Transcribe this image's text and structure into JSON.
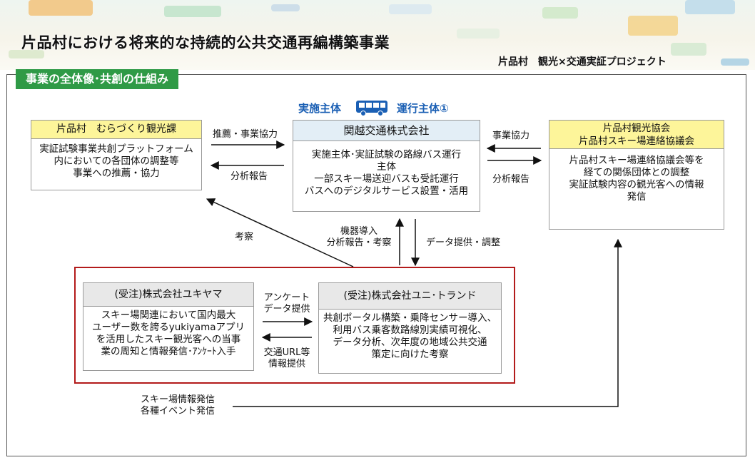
{
  "header": {
    "title": "片品村における将来的な持続的公共交通再編構築事業",
    "subtitle": "片品村　観光×交通実証プロジェクト"
  },
  "section": {
    "tab_label": "事業の全体像･共創の仕組み"
  },
  "top_labels": {
    "implementer": "実施主体",
    "operator": "運行主体①"
  },
  "boxes": {
    "village": {
      "title": "片品村　むらづくり観光課",
      "lines": [
        "実証試験事業共創プラットフォーム",
        "内においての各団体の調整等",
        "事業への推薦・協力"
      ]
    },
    "kanetsu": {
      "title": "関越交通株式会社",
      "lines": [
        "実施主体･実証試験の路線バス運行",
        "主体",
        "一部スキー場送迎バスも受託運行",
        "バスへのデジタルサービス設置・活用"
      ]
    },
    "association": {
      "title_lines": [
        "片品村観光協会",
        "片品村スキー場連絡協議会"
      ],
      "lines": [
        "片品村スキー場連絡協議会等を",
        "経ての関係団体との調整",
        "実証試験内容の観光客への情報",
        "発信"
      ]
    },
    "yukiyama": {
      "title": "(受注)株式会社ユキヤマ",
      "lines": [
        "スキー場関連において国内最大",
        "ユーザー数を誇るyukiyamaアプリ",
        "を活用したスキー観光客への当事",
        "業の周知と情報発信･ｱﾝｹｰﾄ入手"
      ]
    },
    "unitrend": {
      "title": "(受注)株式会社ユニ･トランド",
      "lines": [
        "共創ポータル構築・乗降センサー導入、",
        "利用バス乗客数路線別実績可視化、",
        "データ分析、次年度の地域公共交通",
        "策定に向けた考察"
      ]
    }
  },
  "arrow_labels": {
    "recommend": "推薦・事業協力",
    "analysis_report_left": "分析報告",
    "business_coop": "事業協力",
    "analysis_report_right": "分析報告",
    "consider": "考察",
    "equipment": [
      "機器導入",
      "分析報告・考察"
    ],
    "data_provide": "データ提供・調整",
    "survey": [
      "アンケート",
      "データ提供"
    ],
    "url": [
      "交通URL等",
      "情報提供"
    ],
    "ski_info": [
      "スキー場情報発信",
      "各種イベント発信"
    ]
  },
  "colors": {
    "accent_green": "#2f9a46",
    "highlight_red": "#b31b1b",
    "header_yellow": "#fdf59a",
    "label_blue": "#1a5fb4"
  }
}
